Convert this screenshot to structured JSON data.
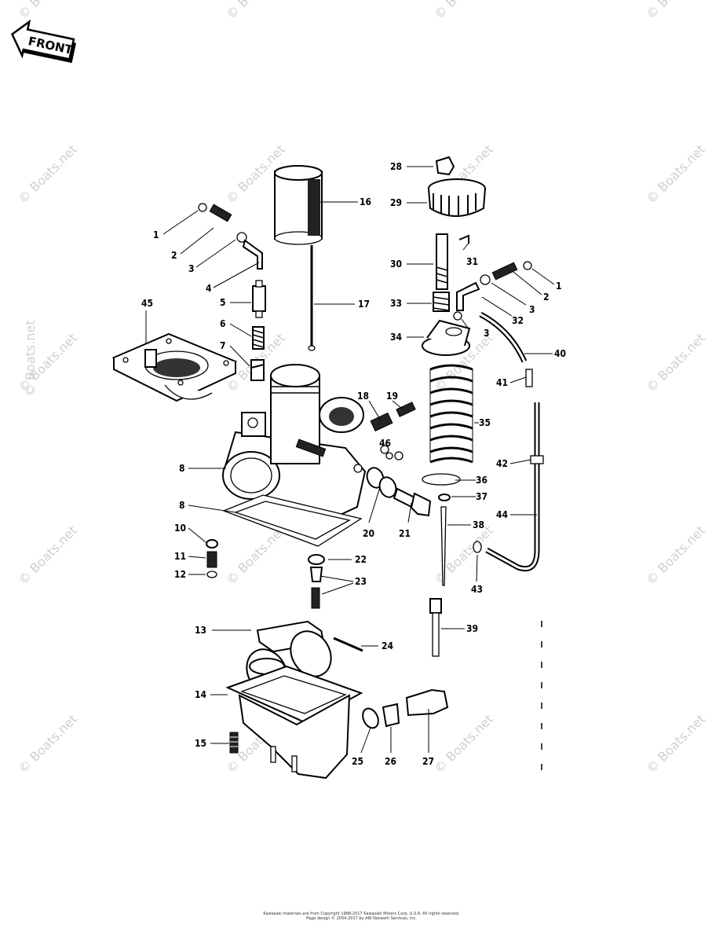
{
  "front_label": "FRONT",
  "watermark": "© Boats.net",
  "callouts": [
    {
      "id": "c1a",
      "text": "1"
    },
    {
      "id": "c2a",
      "text": "2"
    },
    {
      "id": "c3a",
      "text": "3"
    },
    {
      "id": "c4a",
      "text": "4"
    },
    {
      "id": "c5",
      "text": "5"
    },
    {
      "id": "c6",
      "text": "6"
    },
    {
      "id": "c7",
      "text": "7"
    },
    {
      "id": "c8a",
      "text": "8"
    },
    {
      "id": "c8b",
      "text": "8"
    },
    {
      "id": "c10",
      "text": "10"
    },
    {
      "id": "c11",
      "text": "11"
    },
    {
      "id": "c12",
      "text": "12"
    },
    {
      "id": "c13",
      "text": "13"
    },
    {
      "id": "c14",
      "text": "14"
    },
    {
      "id": "c15",
      "text": "15"
    },
    {
      "id": "c16",
      "text": "16"
    },
    {
      "id": "c17",
      "text": "17"
    },
    {
      "id": "c18",
      "text": "18"
    },
    {
      "id": "c19",
      "text": "19"
    },
    {
      "id": "c20",
      "text": "20"
    },
    {
      "id": "c21",
      "text": "21"
    },
    {
      "id": "c22",
      "text": "22"
    },
    {
      "id": "c23",
      "text": "23"
    },
    {
      "id": "c24",
      "text": "24"
    },
    {
      "id": "c25",
      "text": "25"
    },
    {
      "id": "c26",
      "text": "26"
    },
    {
      "id": "c27",
      "text": "27"
    },
    {
      "id": "c28",
      "text": "28"
    },
    {
      "id": "c29",
      "text": "29"
    },
    {
      "id": "c30",
      "text": "30"
    },
    {
      "id": "c31",
      "text": "31"
    },
    {
      "id": "c32",
      "text": "32"
    },
    {
      "id": "c33",
      "text": "33"
    },
    {
      "id": "c34",
      "text": "34"
    },
    {
      "id": "c3b",
      "text": "3"
    },
    {
      "id": "c1b",
      "text": "1"
    },
    {
      "id": "c2b",
      "text": "2"
    },
    {
      "id": "c3c",
      "text": "3"
    },
    {
      "id": "c35",
      "text": "35"
    },
    {
      "id": "c36",
      "text": "36"
    },
    {
      "id": "c37",
      "text": "37"
    },
    {
      "id": "c38",
      "text": "38"
    },
    {
      "id": "c39",
      "text": "39"
    },
    {
      "id": "c40",
      "text": "40"
    },
    {
      "id": "c41",
      "text": "41"
    },
    {
      "id": "c42",
      "text": "42"
    },
    {
      "id": "c43",
      "text": "43"
    },
    {
      "id": "c44",
      "text": "44"
    },
    {
      "id": "c45",
      "text": "45"
    },
    {
      "id": "c46",
      "text": "46"
    }
  ],
  "footer": {
    "line1": "Kawasaki materials are from Copyright 1988-2017 Kawasaki Motors Corp, U.S.A. All rights reserved.",
    "line2": "Page design © 2004-2017 by ARI Network Services, Inc."
  }
}
